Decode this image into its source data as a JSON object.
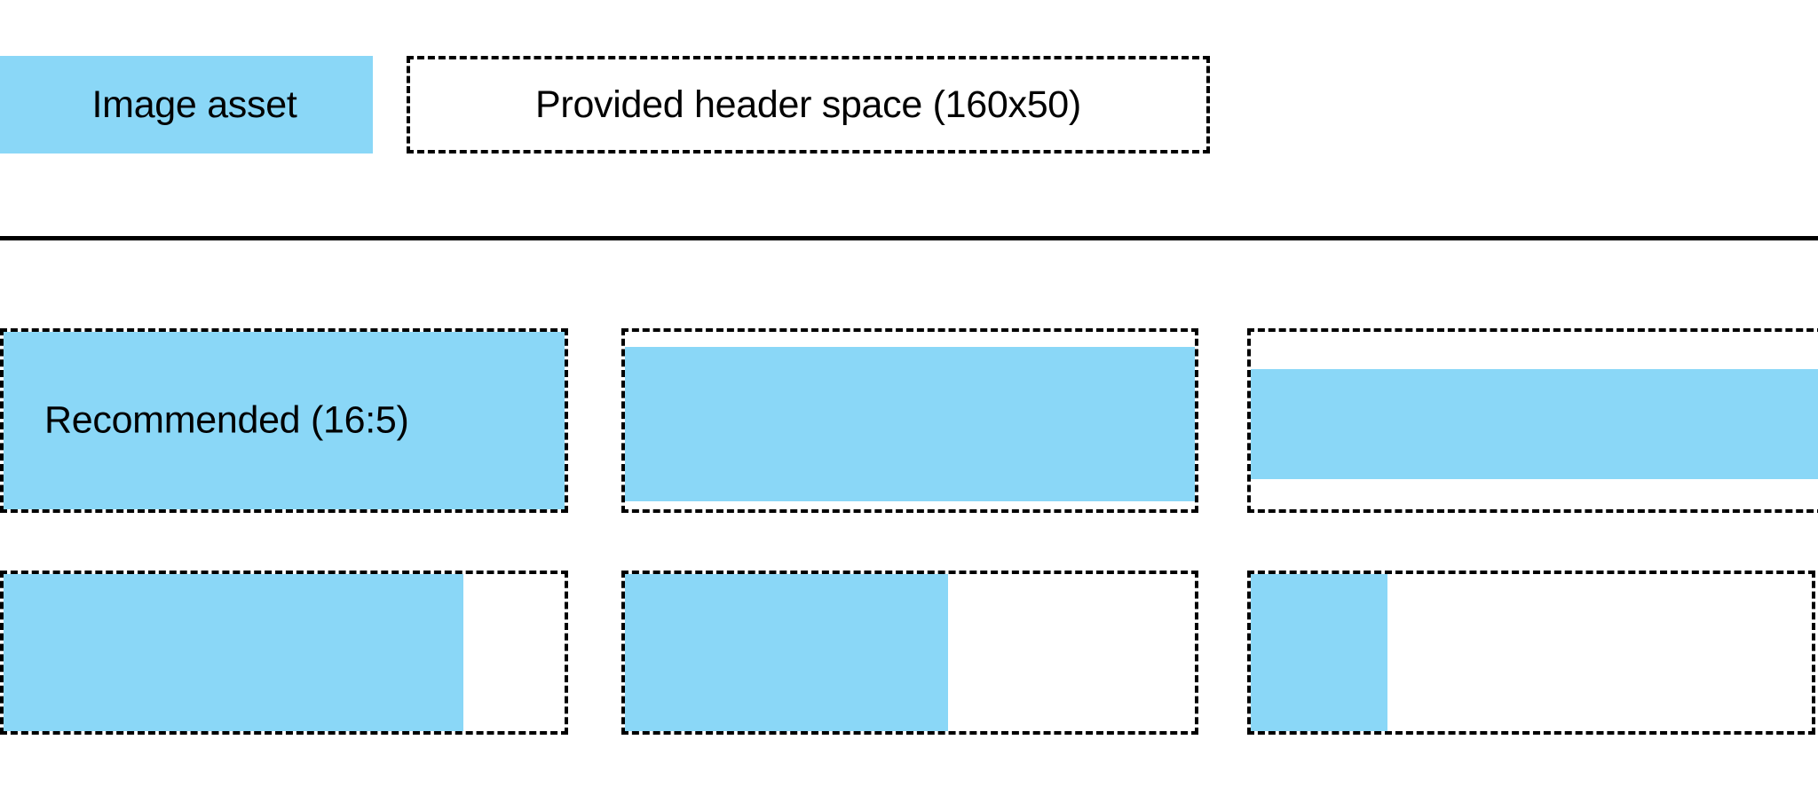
{
  "legend": {
    "swatch": {
      "label": "Image asset",
      "color": "#8ad7f7"
    },
    "space_box": {
      "label": "Provided header space (160x50)",
      "border_style": "dashed",
      "border_color": "#000000"
    }
  },
  "divider": {
    "color": "#000000"
  },
  "grid": {
    "rows": [
      {
        "cells": [
          {
            "label": "Recommended (16:5)",
            "fill_color": "#8ad7f7",
            "fill_width_pct": 100,
            "fill_height_pct": 100
          },
          {
            "label": "",
            "fill_color": "#8ad7f7",
            "fill_width_pct": 100,
            "fill_height_pct": 84
          },
          {
            "label": "",
            "fill_color": "#8ad7f7",
            "fill_width_pct": 100,
            "fill_height_pct": 60
          }
        ]
      },
      {
        "cells": [
          {
            "label": "",
            "fill_color": "#8ad7f7",
            "fill_width_pct": 81,
            "fill_height_pct": 100
          },
          {
            "label": "",
            "fill_color": "#8ad7f7",
            "fill_width_pct": 56,
            "fill_height_pct": 100
          },
          {
            "label": "",
            "fill_color": "#8ad7f7",
            "fill_width_pct": 24,
            "fill_height_pct": 100
          }
        ]
      }
    ]
  }
}
